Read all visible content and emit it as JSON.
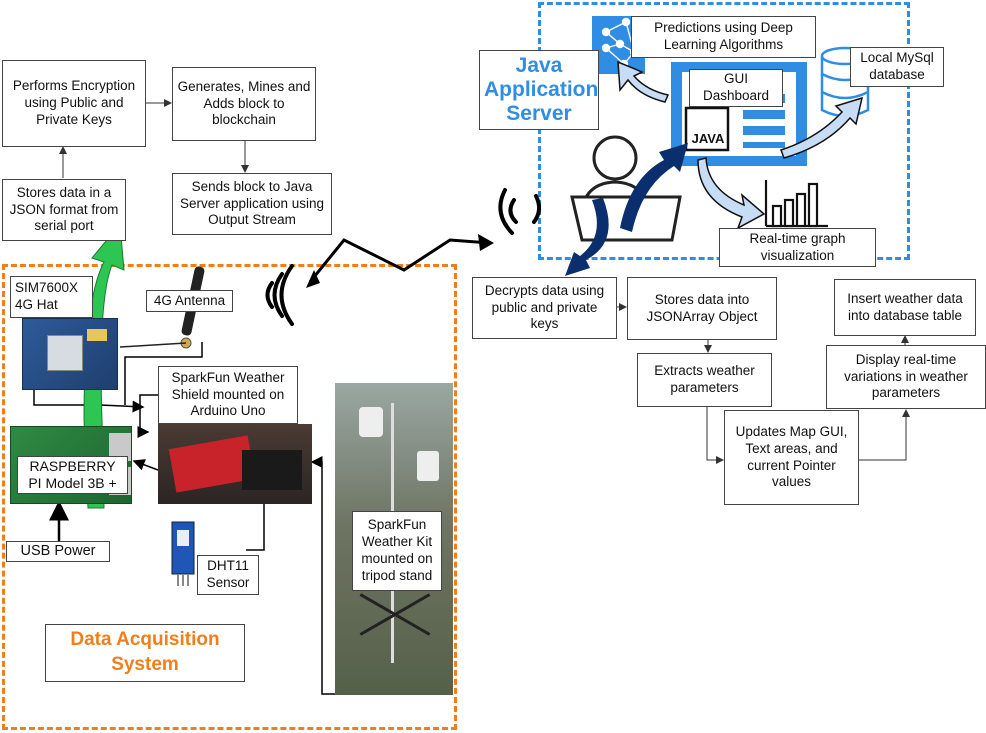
{
  "regions": {
    "acquisition_title": "Data Acquisition System",
    "server_title": "Java Application Server"
  },
  "pipeline_left": {
    "encryption": "Performs Encryption using Public and Private Keys",
    "generates": "Generates, Mines and Adds block to blockchain",
    "sends": "Sends block to Java Server application using Output Stream",
    "stores_json": "Stores data in a JSON format from serial port"
  },
  "hardware": {
    "sim_hat": "SIM7600X 4G Hat",
    "antenna": "4G Antenna",
    "weather_shield": "SparkFun Weather Shield mounted on Arduino Uno",
    "raspberry": "RASPBERRY PI Model 3B +",
    "usb_power": "USB Power",
    "dht11": "DHT11 Sensor",
    "weather_kit": "SparkFun Weather Kit mounted on tripod stand"
  },
  "server": {
    "predictions": "Predictions using Deep Learning Algorithms",
    "local_db": "Local MySql database",
    "gui_dashboard": "GUI Dashboard",
    "java_label": "JAVA",
    "graph": "Real-time graph visualization"
  },
  "pipeline_right": {
    "decrypts": "Decrypts data using public and private keys",
    "json_array": "Stores data into JSONArray Object",
    "extracts": "Extracts weather parameters",
    "updates": "Updates Map GUI, Text areas, and current Pointer values",
    "display": "Display real-time variations in weather parameters",
    "insert": "Insert weather data into database table"
  },
  "colors": {
    "orange": "#f07f1b",
    "blue": "#2f8de4",
    "dark_blue": "#0b2e6f",
    "green": "#2dc653",
    "light_blue": "#c7dcf5"
  }
}
